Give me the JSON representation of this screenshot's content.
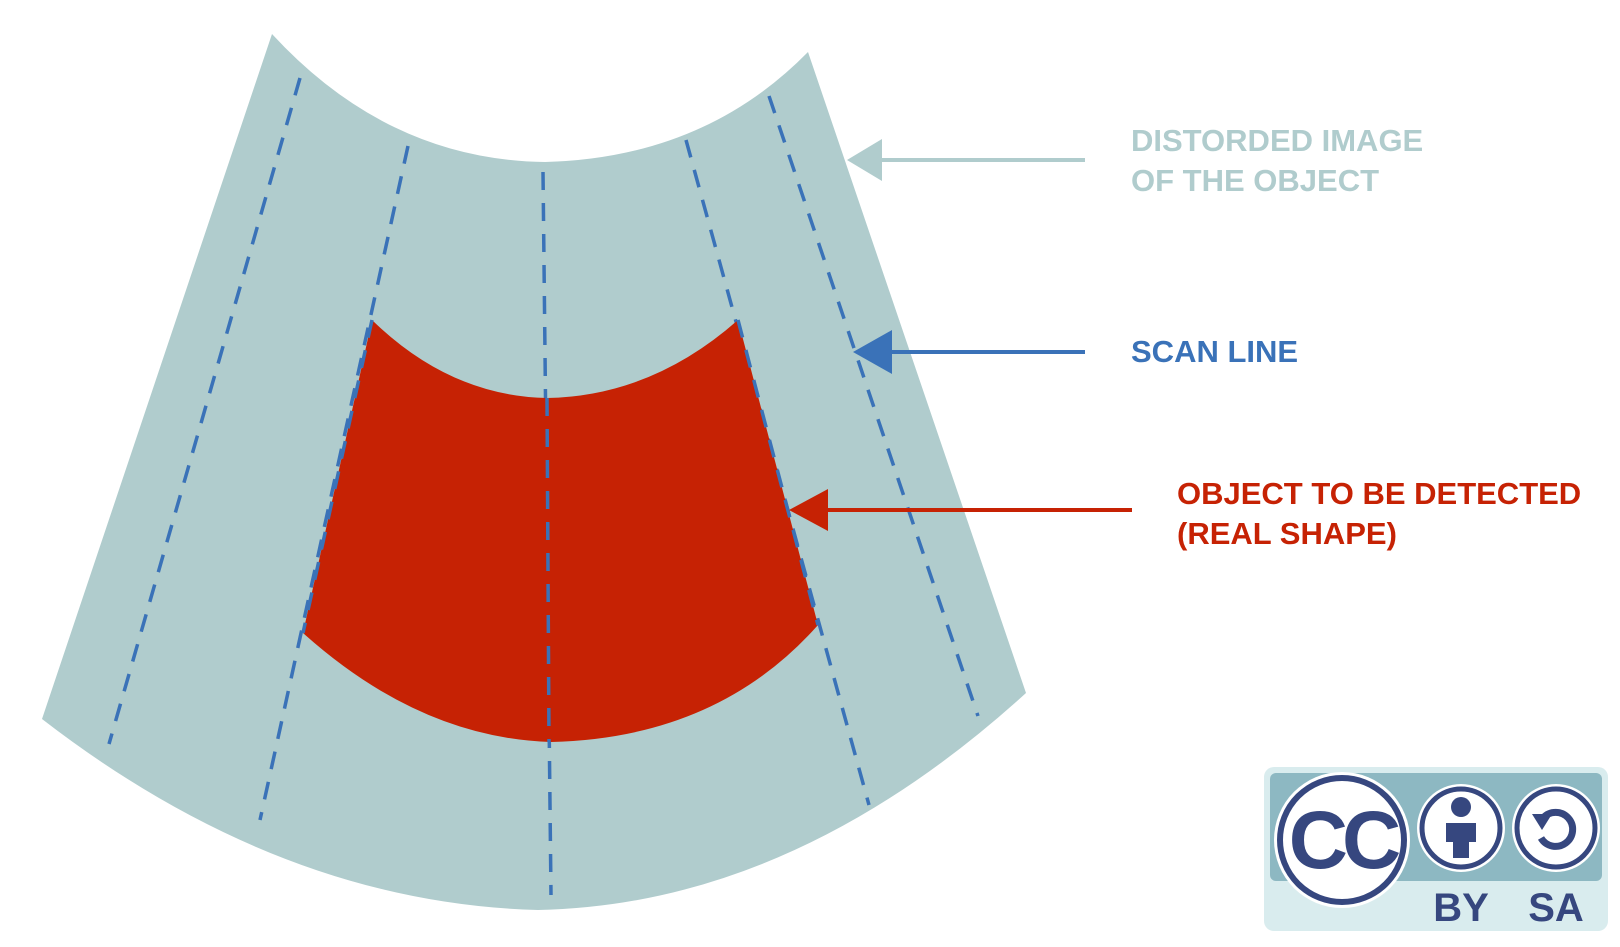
{
  "labels": {
    "distorted_line1": "DISTORDED IMAGE",
    "distorted_line2": "OF THE OBJECT",
    "scan_line": "SCAN LINE",
    "object_line1": "OBJECT TO BE DETECTED",
    "object_line2": "(REAL SHAPE)"
  },
  "license_badge": {
    "cc": "CC",
    "by": "BY",
    "sa": "SA",
    "icons": [
      "person-icon",
      "share-alike-icon"
    ]
  },
  "colors": {
    "distorted_fill": "#b0cccd",
    "scan_line": "#3a72b8",
    "object_fill": "#c62204",
    "distorted_label": "#b0cccd",
    "badge_dark": "#36477f",
    "badge_teal": "#8db8c2",
    "badge_light": "#d9ecee"
  }
}
